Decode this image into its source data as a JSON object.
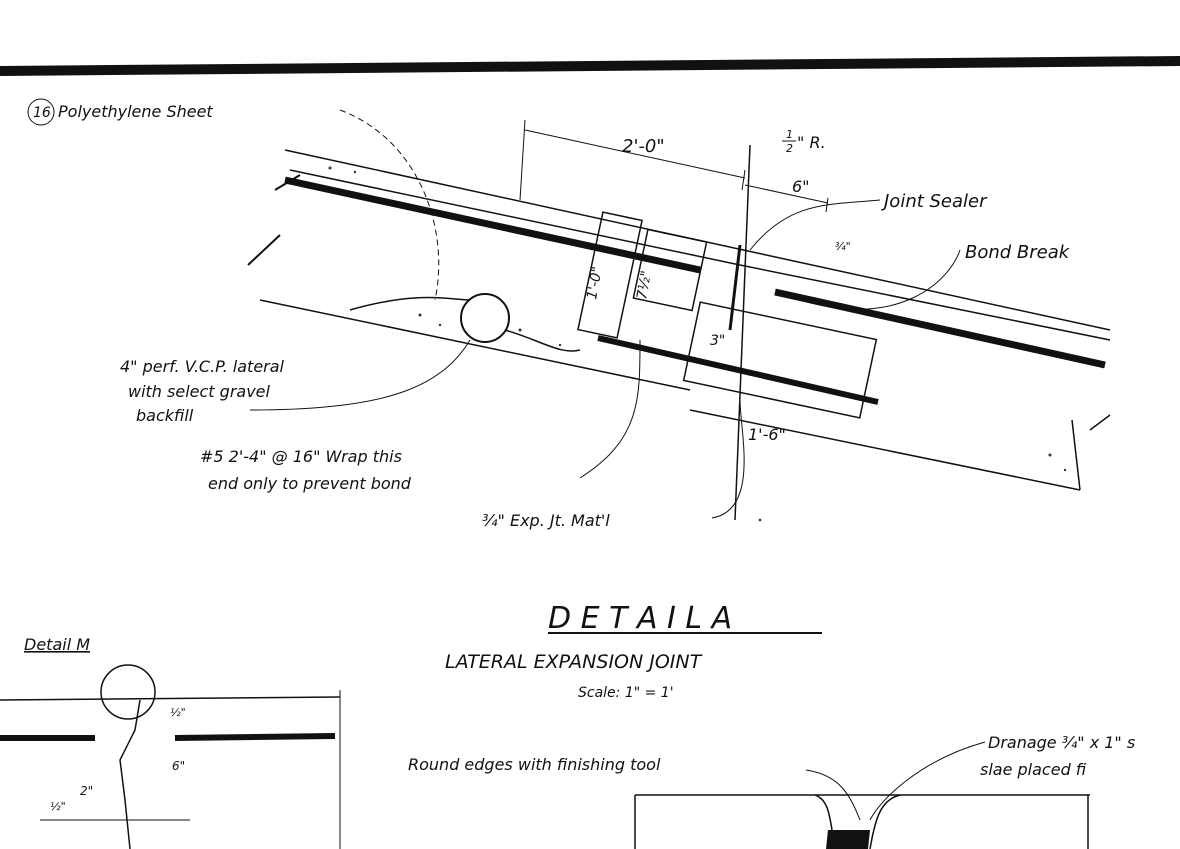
{
  "callouts": {
    "note16": "16",
    "polyethylene": "Polyethylene Sheet",
    "dim_2_0": "2'-0\"",
    "radius_half_num": "1",
    "radius_half_den": "2",
    "radius_R": "\" R.",
    "dim_6": "6\"",
    "joint_sealer": "Joint Sealer",
    "bond_break": "Bond Break",
    "dim_1_0": "1'-0\"",
    "dim_7_5": "7½\"",
    "dim_3": "3\"",
    "dim_1_6": "1'-6\"",
    "dim_small": "¾\"",
    "vcp_line1": "4\" perf. V.C.P. lateral",
    "vcp_line2": "with select gravel",
    "vcp_line3": "backfill",
    "bar_line1": "#5 2'-4\" @ 16\" Wrap this",
    "bar_line2": "end only to prevent bond",
    "exp_mat": "¾\" Exp. Jt. Mat'l",
    "detail_m": "Detail M",
    "dim_m1": "½\"",
    "dim_m2": "6\"",
    "dim_m3": "2\"",
    "dim_m4": "½\"",
    "round_edges": "Round edges with finishing tool",
    "dranage_line1": "Dranage ¾\" x 1\" s",
    "dranage_line2": "slae placed fi"
  },
  "detail": {
    "title": "D E T A I L   A",
    "subtitle": "LATERAL  EXPANSION  JOINT",
    "scale": "Scale: 1\" = 1'"
  }
}
